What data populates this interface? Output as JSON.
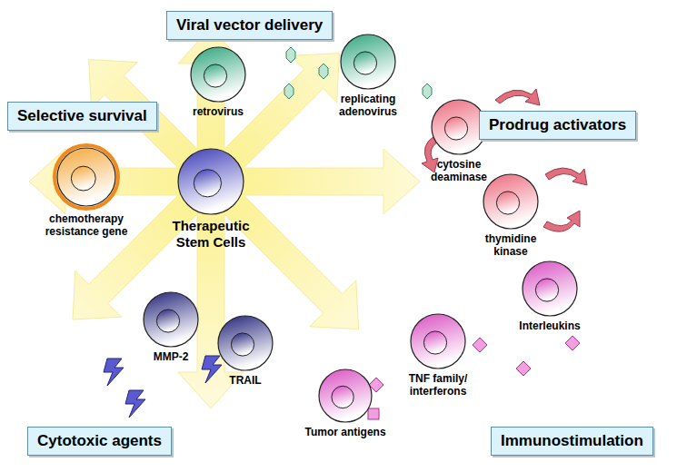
{
  "diagram": {
    "nodes": [
      {
        "text": [
          "Viral vector delivery"
        ]
      },
      {
        "text": [
          "replicating adenovirus"
        ]
      },
      {
        "text": [
          "retrovirus"
        ]
      },
      {
        "text": [
          "Selective survival"
        ]
      },
      {
        "text": [
          "cytosine deaminase"
        ]
      },
      {
        "text": [
          "Prodrug activators"
        ]
      },
      {
        "text": [
          "Therapeutic Stem Cells"
        ]
      },
      {
        "text": [
          "chemotherapy resistance gene"
        ]
      },
      {
        "text": [
          "thymidine kinase"
        ]
      },
      {
        "text": [
          "Interleukins"
        ]
      },
      {
        "text": [
          "MMP-2"
        ]
      },
      {
        "text": [
          "TRAIL"
        ]
      },
      {
        "text": [
          "TNF family/ interferons"
        ]
      },
      {
        "text": [
          "Tumor antigens"
        ]
      },
      {
        "text": [
          "Cytotoxic agents"
        ]
      },
      {
        "text": [
          "Immunostimulation"
        ]
      }
    ]
  }
}
